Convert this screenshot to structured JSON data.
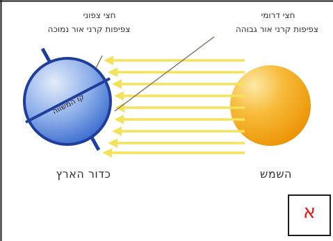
{
  "labels": {
    "north_heading": "חצי צפוני",
    "north_sub": "צפיפות קרני אור נמוכה",
    "south_heading": "חצי דרומי",
    "south_sub": "צפיפות קרני אור גבוהה",
    "equator": "קו המשווה",
    "earth": "כדור הארץ",
    "sun": "השמש",
    "letter": "א"
  },
  "colors": {
    "earth_fill": "#5b86d8",
    "earth_outline": "#1f3e9c",
    "sun_fill": "#f4a40e",
    "ray": "#f3e35a",
    "letter": "#e01b1b",
    "border": "#1a1a1a",
    "pointer": "#8a7b66"
  },
  "diagram": {
    "ray_count": 9
  }
}
